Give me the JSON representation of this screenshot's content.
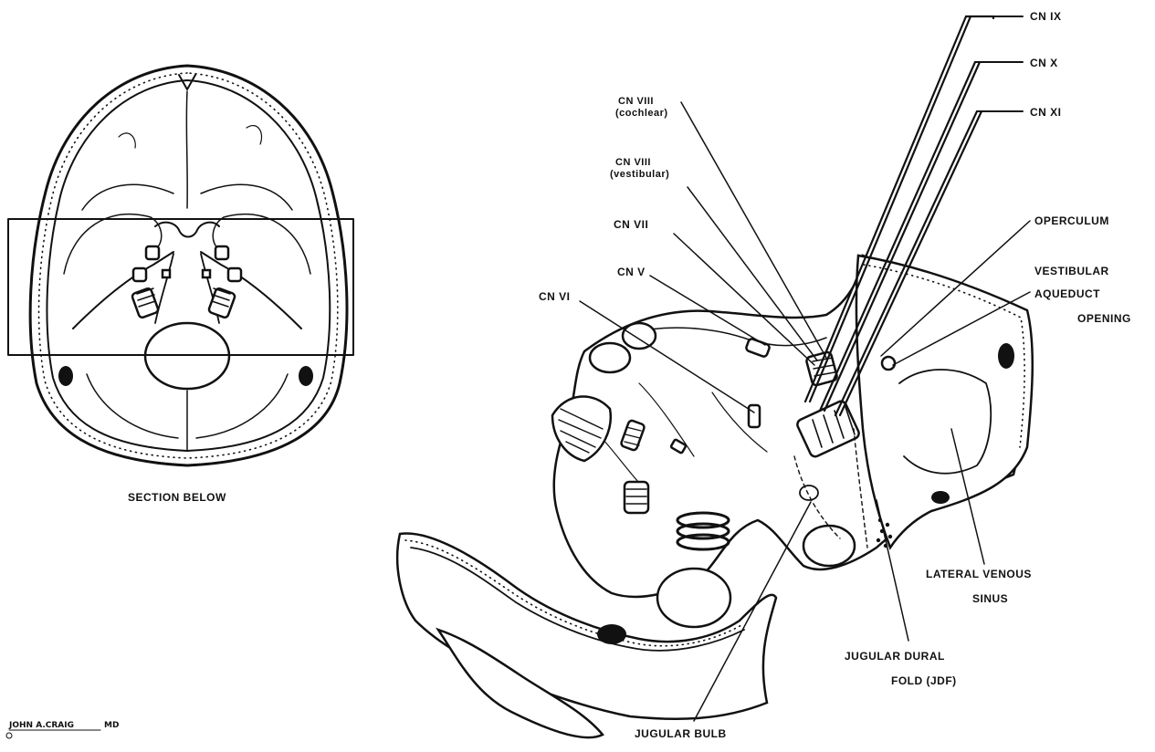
{
  "left_panel": {
    "caption": "SECTION BELOW",
    "signature": "JOHN A.CRAIG",
    "signature_suffix": "MD"
  },
  "labels": {
    "cn_ix": "CN IX",
    "cn_x": "CN X",
    "cn_xi": "CN XI",
    "cn_viii_cochlear_1": "CN VIII",
    "cn_viii_cochlear_2": "(cochlear)",
    "cn_viii_vestibular_1": "CN VIII",
    "cn_viii_vestibular_2": "(vestibular)",
    "cn_vii": "CN VII",
    "cn_v": "CN V",
    "cn_vi": "CN VI",
    "operculum": "OPERCULUM",
    "vestibular_aqueduct_1": "VESTIBULAR",
    "vestibular_aqueduct_2": "AQUEDUCT",
    "vestibular_aqueduct_3": "OPENING",
    "lateral_venous_sinus_1": "LATERAL VENOUS",
    "lateral_venous_sinus_2": "SINUS",
    "jugular_dural_fold_1": "JUGULAR DURAL",
    "jugular_dural_fold_2": "FOLD (JDF)",
    "jugular_bulb": "JUGULAR BULB"
  }
}
